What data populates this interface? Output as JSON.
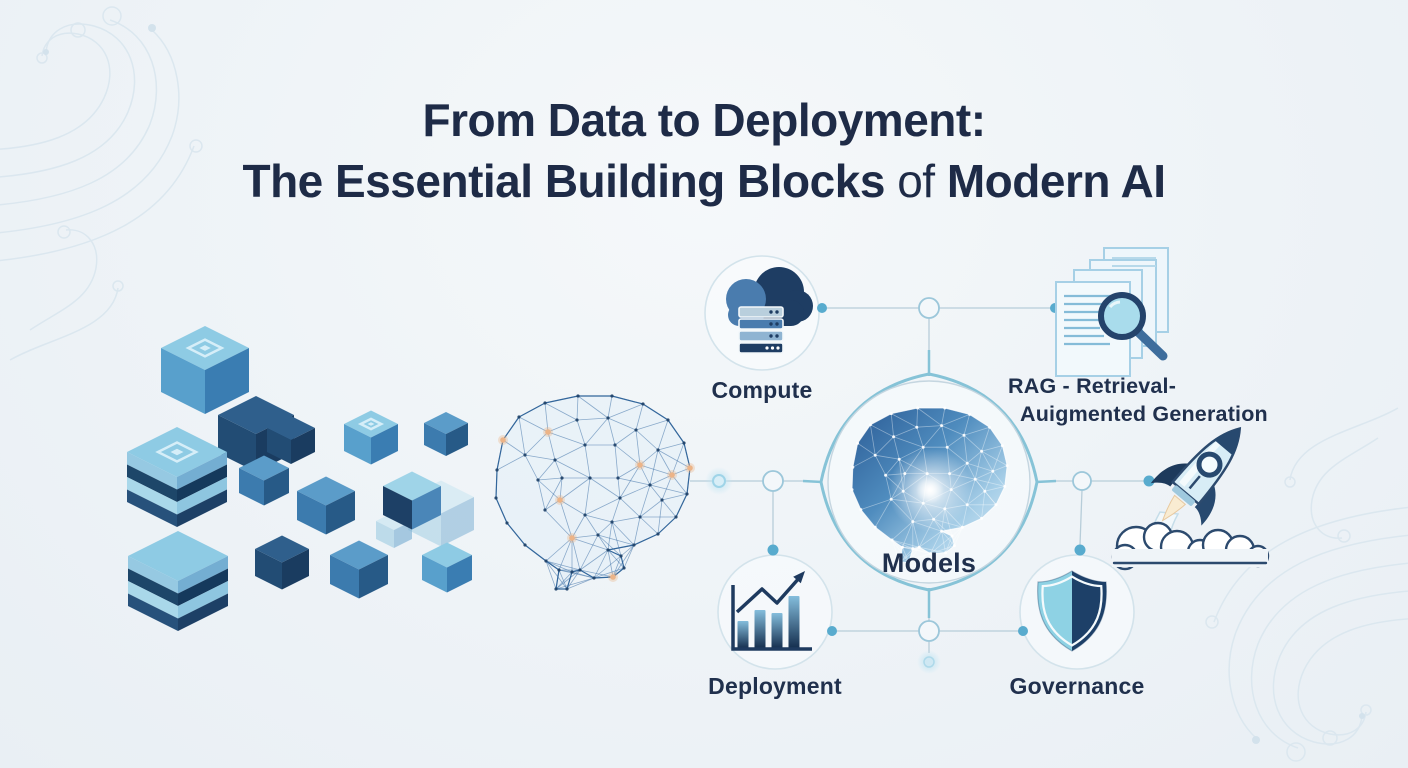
{
  "title": {
    "line1": "From Data to Deployment:",
    "line2_bold1": "The Essential Building Blocks",
    "line2_light": "of",
    "line2_bold2": "Modern AI"
  },
  "diagram": {
    "nodes": {
      "compute": {
        "label": "Compute",
        "icon": "cloud-server-icon"
      },
      "rag": {
        "label_line1": "RAG - Retrieval-",
        "label_line2": "Auigmented Generation",
        "icon": "documents-magnifier-icon"
      },
      "models": {
        "label": "Models",
        "icon": "neural-brain-icon"
      },
      "deployment": {
        "label": "Deployment",
        "icon": "growth-chart-icon"
      },
      "governance": {
        "label": "Governance",
        "icon": "shield-icon"
      },
      "launch": {
        "icon": "rocket-icon"
      }
    }
  },
  "illustrations": {
    "data_cubes": "isometric-data-cubes",
    "wireframe_brain": "wireframe-brain",
    "corner_decor": "circuit-swirl-decoration"
  },
  "colors": {
    "background": "#eef2f6",
    "title_text": "#1e2b47",
    "label_text": "#20304d",
    "connector_thin": "#b7cdd9",
    "connector_teal": "#86c3d7",
    "dot_fill": "#58abce",
    "navy": "#1e3d63",
    "mid_blue": "#4a7cae",
    "light_blue": "#8ed2e4",
    "orange_node": "#ecb488"
  }
}
